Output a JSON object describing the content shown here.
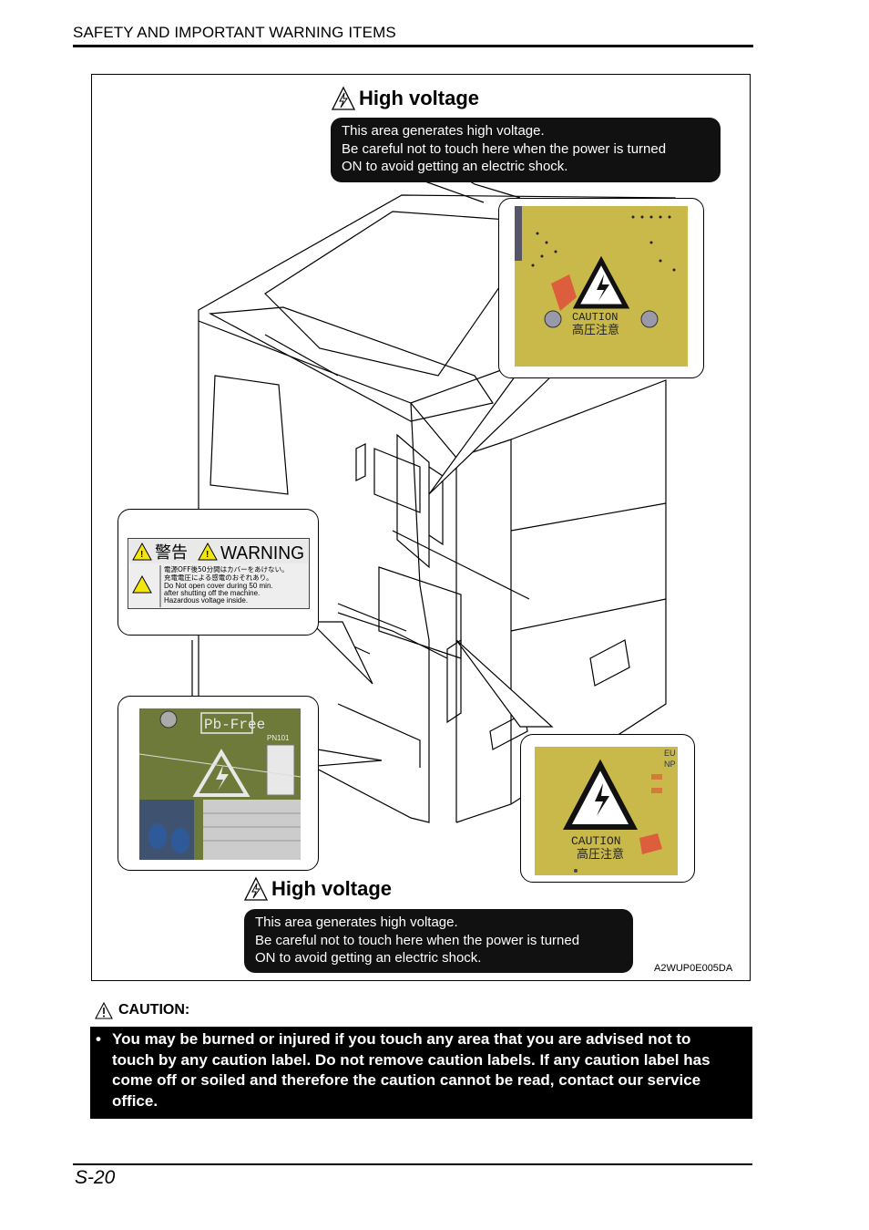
{
  "header": {
    "section_title": "SAFETY AND IMPORTANT WARNING ITEMS"
  },
  "figure": {
    "top_callout": {
      "title": "High voltage",
      "lines": [
        "This area generates high voltage.",
        "Be careful not to touch here when the power is turned",
        "ON to avoid getting an electric shock."
      ]
    },
    "bottom_callout": {
      "title": "High voltage",
      "lines": [
        "This area generates high voltage.",
        "Be careful not to touch here when the power is turned",
        "ON to avoid getting an electric shock."
      ]
    },
    "figure_code": "A2WUP0E005DA",
    "labels": {
      "warning_jp": "警告",
      "warning_en": "WARNING",
      "warning_line1": "電源OFF後50分間はカバーをあけない。",
      "warning_line2": "充電電圧による感電のおそれあり。",
      "warning_line3": "Do Not open cover during 50 min.",
      "warning_line4": "after shutting off the machine.",
      "warning_line5": "Hazardous voltage inside.",
      "caution_text": "CAUTION",
      "caution_jp": "高圧注意",
      "pb_free": "Pb-Free",
      "pn101": "PN101",
      "eu": "EU",
      "np": "NP"
    },
    "colors": {
      "board_yellow": "#c9b94a",
      "board_green": "#6e7a3a",
      "warning_yellow": "#f3e60f"
    }
  },
  "caution": {
    "heading": "CAUTION:",
    "bullet": "•",
    "lines": [
      "You may be burned or injured if you touch any area that you are advised not to",
      "touch by any caution label. Do not remove caution labels. If any caution label has",
      "come off or soiled and therefore the caution cannot be read, contact our service",
      "office."
    ]
  },
  "footer": {
    "page_number": "S-20"
  }
}
